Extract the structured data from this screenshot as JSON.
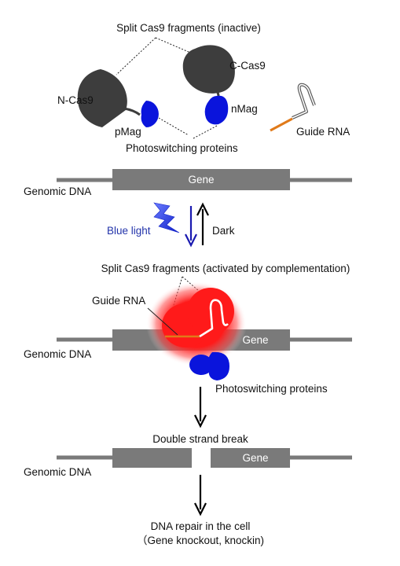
{
  "title": "Split Cas9 fragments (inactive)",
  "colors": {
    "cas9_dark": "#3d3d3d",
    "photoswitch_blue": "#0a14dc",
    "dna_gray": "#7a7a7a",
    "guide_orange": "#e07a1a",
    "active_red": "#ff1a1a",
    "blue_light": "#2233aa"
  },
  "panel1": {
    "n_cas9": "N-Cas9",
    "c_cas9": "C-Cas9",
    "pmag": "pMag",
    "nmag": "nMag",
    "photoswitching": "Photoswitching proteins",
    "guide_rna": "Guide RNA",
    "genomic_dna": "Genomic DNA",
    "gene": "Gene"
  },
  "switch": {
    "blue_light": "Blue light",
    "dark": "Dark",
    "icon": "lightning-bolt-icon"
  },
  "panel2": {
    "title": "Split Cas9 fragments (activated by complementation)",
    "guide_rna": "Guide RNA",
    "genomic_dna": "Genomic DNA",
    "gene": "Gene",
    "photoswitching": "Photoswitching proteins"
  },
  "panel3": {
    "double_strand_break": "Double strand break",
    "genomic_dna": "Genomic DNA",
    "gene": "Gene"
  },
  "repair": {
    "line1": "DNA repair in the cell",
    "line2": "（Gene knockout, knockin)"
  }
}
